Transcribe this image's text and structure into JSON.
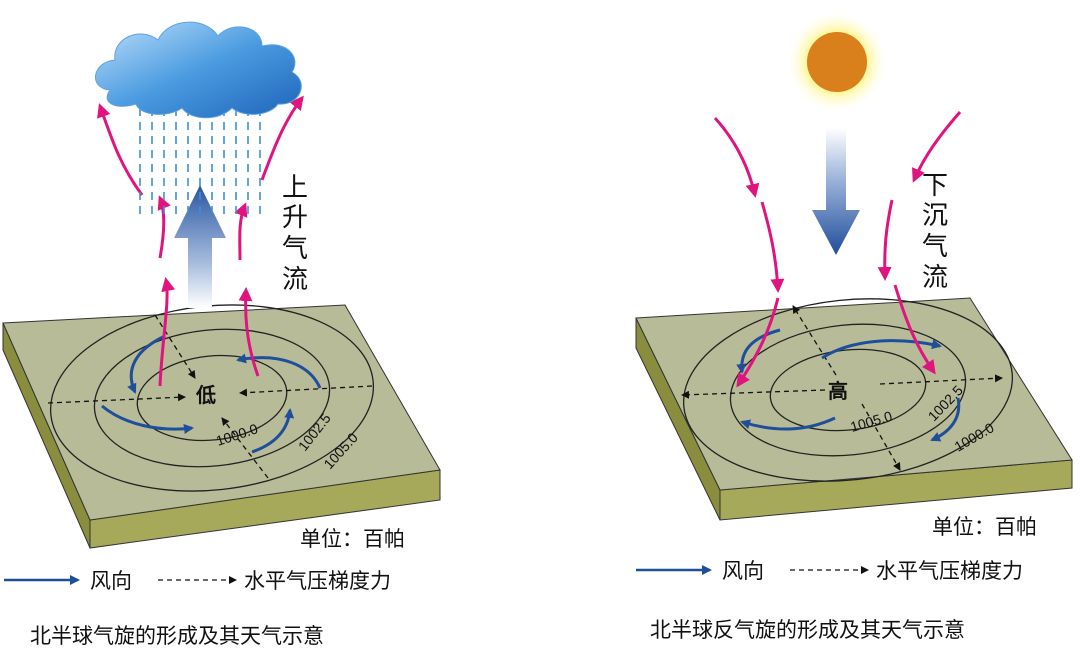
{
  "left_panel": {
    "center_label": "低",
    "vertical_flow": "上升气流",
    "isobar_labels": [
      "1000.0",
      "1002.5",
      "1005.0"
    ],
    "unit": "单位：百帕",
    "legend_wind": "风向",
    "legend_gradient": "水平气压梯度力",
    "caption": "北半球气旋的形成及其天气示意"
  },
  "right_panel": {
    "center_label": "高",
    "vertical_flow": "下沉气流",
    "isobar_labels": [
      "1005.0",
      "1002.5",
      "1000.0"
    ],
    "unit": "单位：百帕",
    "legend_wind": "风向",
    "legend_gradient": "水平气压梯度力",
    "caption": "北半球反气旋的形成及其天气示意"
  },
  "colors": {
    "ground_top": "#b7bb98",
    "ground_side": "#8a8c3e",
    "wind_arrow": "#1f4e9a",
    "air_arrow": "#e0147f",
    "cloud": "#3e8fd8",
    "sun": "#d97f1c"
  }
}
